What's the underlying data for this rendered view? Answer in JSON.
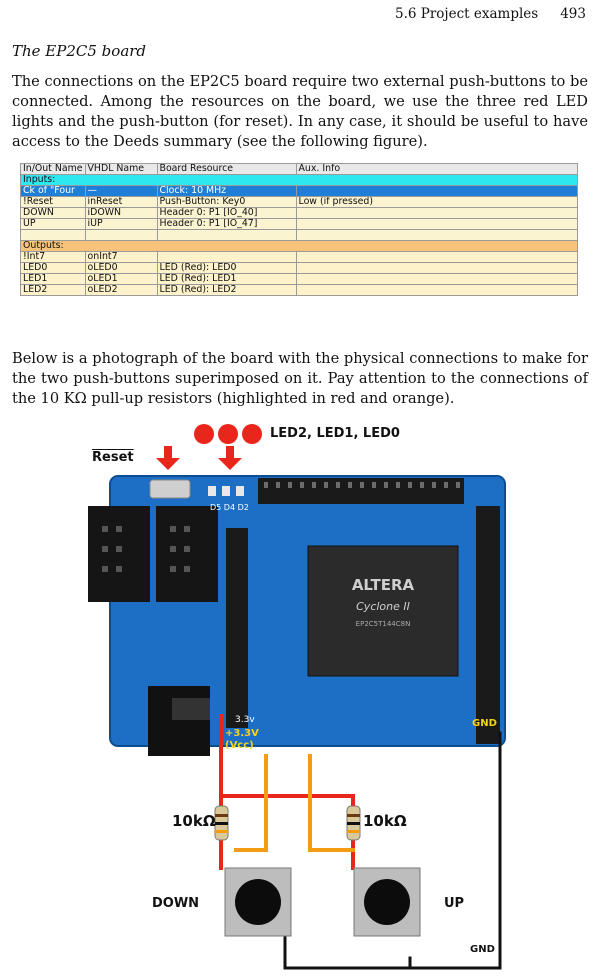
{
  "running_head": {
    "section": "5.6 Project examples",
    "page": "493"
  },
  "section_title": "The EP2C5 board",
  "paragraph1": "The connections on the EP2C5 board require two external push-buttons to be connected. Among the resources on the board, we use the three red LED lights and the push-button (for reset). In any case, it should be useful to have access to the Deeds summary (see the following figure).",
  "summary_table": {
    "columns": [
      "In/Out Name",
      "VHDL Name",
      "Board Resource",
      "Aux. Info"
    ],
    "inputs_label": "Inputs:",
    "inputs": [
      [
        "Ck of \"Four",
        "—",
        "Clock: 10 MHz",
        ""
      ],
      [
        "!Reset",
        "inReset",
        "Push-Button: Key0",
        "Low (if pressed)"
      ],
      [
        "DOWN",
        "iDOWN",
        "Header 0: P1 [IO_40]",
        ""
      ],
      [
        "UP",
        "iUP",
        "Header 0: P1 [IO_47]",
        ""
      ]
    ],
    "outputs_label": "Outputs:",
    "outputs": [
      [
        "!Int7",
        "onInt7",
        "",
        ""
      ],
      [
        "LED0",
        "oLED0",
        "LED (Red): LED0",
        ""
      ],
      [
        "LED1",
        "oLED1",
        "LED (Red): LED1",
        ""
      ],
      [
        "LED2",
        "oLED2",
        "LED (Red): LED2",
        ""
      ]
    ]
  },
  "paragraph2": "Below is a photograph of the board with the physical connections to make for the two push-buttons superimposed on it. Pay attention to the connections of the 10 KΩ pull-up resistors (highlighted in red and orange).",
  "figure": {
    "led_label": "LED2, LED1, LED0",
    "reset_label": "Reset",
    "led_marks": "D5 D4 D2",
    "chip_brand": "ALTERA",
    "chip_family": "Cyclone II",
    "chip_part": "EP2C5T144C8N",
    "vcc_label": "+3.3V",
    "vcc_sub": "(Vcc)",
    "board_33v": "3.3v",
    "gnd_label": "GND",
    "gnd_bottom": "GND",
    "resistor_left": "10kΩ",
    "resistor_right": "10kΩ",
    "button_down": "DOWN",
    "button_up": "UP",
    "accent_colors": {
      "red_wire": "#e8261c",
      "orange_wire": "#f39c12",
      "board": "#1c6fc4"
    }
  }
}
